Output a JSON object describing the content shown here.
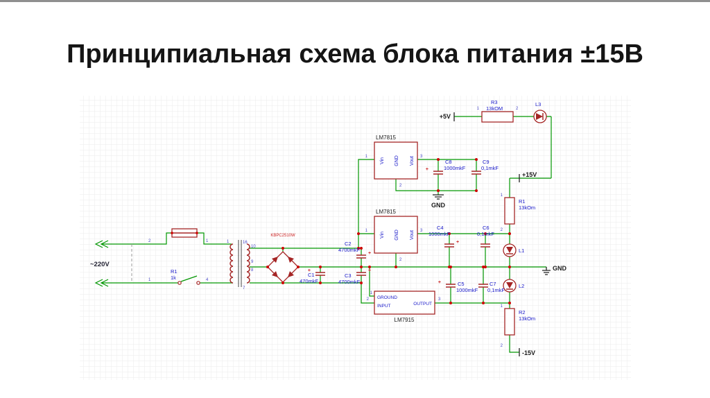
{
  "title": "Принципиальная схема блока питания ±15В",
  "labels": {
    "mains": "~220V",
    "p5v": "+5V",
    "p15v": "+15V",
    "m15v": "-15V",
    "gnd": "GND",
    "gnd_earth": "GND",
    "plus": "+"
  },
  "pins": {
    "n1": "1",
    "n2": "2",
    "n3": "3",
    "n4": "4",
    "n7": "7",
    "n8": "8",
    "n9": "9",
    "n10": "10",
    "n16": "16"
  },
  "parts": {
    "switch": {
      "ref": "R1",
      "value": "1k"
    },
    "bridge": {
      "ref": "KBPC2510W"
    },
    "c1": {
      "ref": "C1",
      "value": "470mkF"
    },
    "c2": {
      "ref": "C2",
      "value": "4700mkF"
    },
    "c3": {
      "ref": "C3",
      "value": "4700mkF"
    },
    "c4": {
      "ref": "C4",
      "value": "1000mkF"
    },
    "c5": {
      "ref": "C5",
      "value": "1000mkF"
    },
    "c6": {
      "ref": "C6",
      "value": "0,1mkF"
    },
    "c7": {
      "ref": "C7",
      "value": "0,1mkF"
    },
    "c8": {
      "ref": "C8",
      "value": "1000mkF"
    },
    "c9": {
      "ref": "C9",
      "value": "0,1mkF"
    },
    "r1": {
      "ref": "R1",
      "value": "13kOm"
    },
    "r2": {
      "ref": "R2",
      "value": "13kOm"
    },
    "r3": {
      "ref": "R3",
      "value": "13kOM"
    },
    "l1": {
      "ref": "L1"
    },
    "l2": {
      "ref": "L2"
    },
    "l3": {
      "ref": "L3"
    },
    "reg1": {
      "name": "LM7815",
      "vin": "Vin",
      "gnd": "GND",
      "vout": "Vout"
    },
    "reg2": {
      "name": "LM7815",
      "vin": "Vin",
      "gnd": "GND",
      "vout": "Vout"
    },
    "reg3": {
      "name": "LM7915",
      "ground": "GROUND",
      "input": "INPUT",
      "output": "OUTPUT"
    }
  }
}
